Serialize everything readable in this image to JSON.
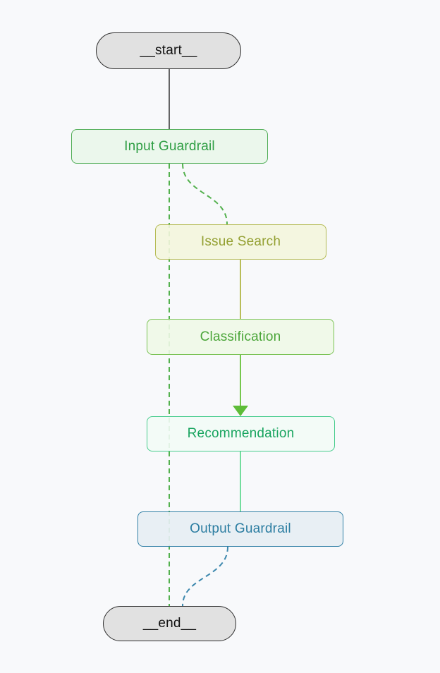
{
  "diagram": {
    "type": "flowchart",
    "background_color": "#f8f9fb",
    "nodes": {
      "start": {
        "label": "__start__",
        "shape": "pill",
        "fill": "#e0e0e0",
        "border": "#2e2e2e",
        "text_color": "#111111"
      },
      "input_guardrail": {
        "label": "Input Guardrail",
        "shape": "rounded-rect",
        "fill": "#e9f6ea",
        "border": "#52ae58",
        "text_color": "#2f9e44"
      },
      "issue_search": {
        "label": "Issue Search",
        "shape": "rounded-rect",
        "fill": "#f3f5dd",
        "border": "#b4ba52",
        "text_color": "#94a033"
      },
      "classification": {
        "label": "Classification",
        "shape": "rounded-rect",
        "fill": "#eef8e7",
        "border": "#7ac254",
        "text_color": "#4aa538"
      },
      "recommendation": {
        "label": "Recommendation",
        "shape": "rounded-rect",
        "fill": "#f2fbf6",
        "border": "#49cd8e",
        "text_color": "#18a45f"
      },
      "output_guardrail": {
        "label": "Output Guardrail",
        "shape": "rounded-rect",
        "fill": "#e6eef3",
        "border": "#2f7fa5",
        "text_color": "#2b7da1"
      },
      "end": {
        "label": "__end__",
        "shape": "pill",
        "fill": "#e0e0e0",
        "border": "#2e2e2e",
        "text_color": "#111111"
      }
    },
    "edges": [
      {
        "from": "__start__",
        "to": "Input Guardrail",
        "style": "solid",
        "color": "#333333",
        "arrowhead": false
      },
      {
        "from": "Input Guardrail",
        "to": "Issue Search",
        "style": "dashed",
        "color": "#54b14e",
        "arrowhead": false
      },
      {
        "from": "Input Guardrail",
        "to": "__end__",
        "style": "dashed",
        "color": "#54b14e",
        "arrowhead": false
      },
      {
        "from": "Issue Search",
        "to": "Classification",
        "style": "solid",
        "color": "#b9bd59",
        "arrowhead": false
      },
      {
        "from": "Classification",
        "to": "Recommendation",
        "style": "solid",
        "color": "#76c74e",
        "arrowhead": true,
        "arrow_color": "#5ebc38"
      },
      {
        "from": "Recommendation",
        "to": "Output Guardrail",
        "style": "solid",
        "color": "#74dd9e",
        "arrowhead": false
      },
      {
        "from": "Output Guardrail",
        "to": "__end__",
        "style": "dashed",
        "color": "#3b87ad",
        "arrowhead": false
      }
    ]
  }
}
